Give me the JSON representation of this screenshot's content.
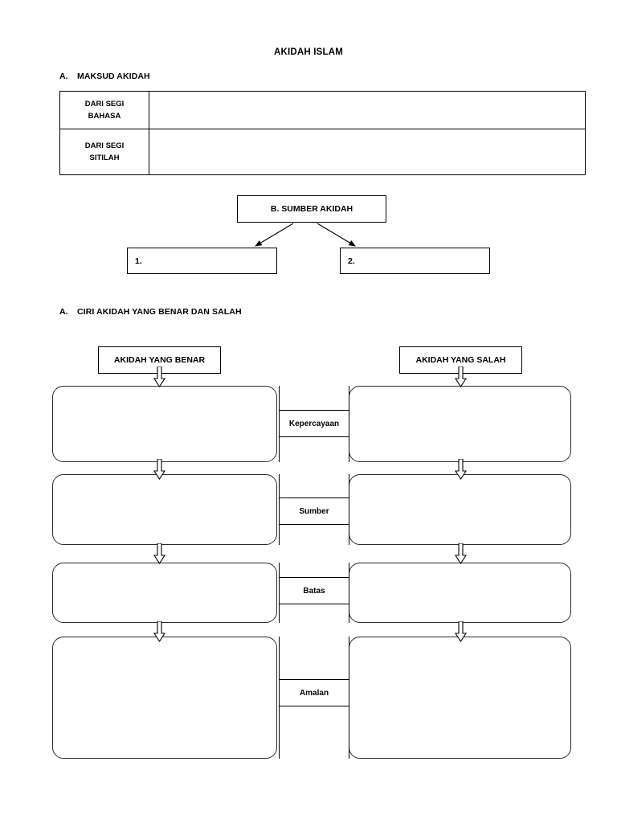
{
  "document": {
    "title": "AKIDAH ISLAM"
  },
  "sections": {
    "maksud": {
      "marker": "A.",
      "heading": "MAKSUD AKIDAH",
      "rows": [
        {
          "label_line1": "DARI SEGI",
          "label_line2": "BAHASA",
          "value": ""
        },
        {
          "label_line1": "DARI SEGI",
          "label_line2": "SITILAH",
          "value": ""
        }
      ]
    },
    "sumber": {
      "head_label": "B. SUMBER AKIDAH",
      "items": [
        {
          "number": "1."
        },
        {
          "number": "2."
        }
      ]
    },
    "ciri": {
      "marker": "A.",
      "heading": "CIRI AKIDAH YANG BENAR DAN SALAH",
      "column_headers": {
        "left": "AKIDAH YANG BENAR",
        "right": "AKIDAH YANG SALAH"
      },
      "criteria": [
        {
          "label": "Kepercayaan",
          "left_answer": "",
          "right_answer": ""
        },
        {
          "label": "Sumber",
          "left_answer": "",
          "right_answer": ""
        },
        {
          "label": "Batas",
          "left_answer": "",
          "right_answer": ""
        },
        {
          "label": "Amalan",
          "left_answer": "",
          "right_answer": ""
        }
      ]
    }
  },
  "colors": {
    "ink": "#000000",
    "box_stroke": "#2b2b2b",
    "page_background": "#ffffff"
  }
}
